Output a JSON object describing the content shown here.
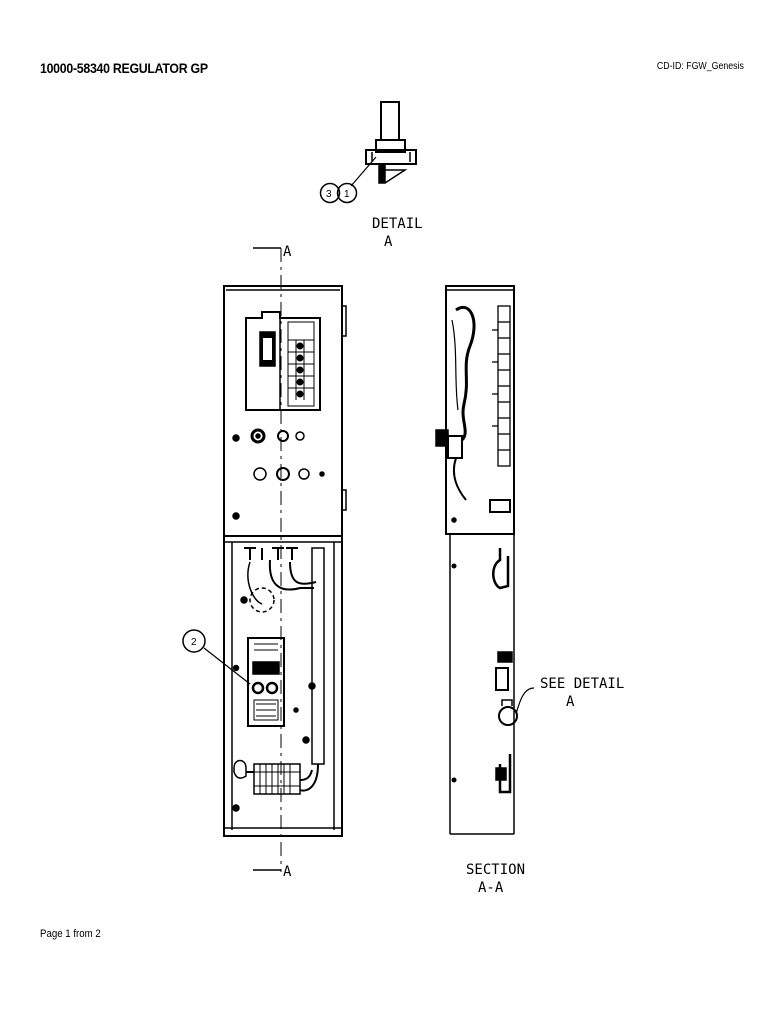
{
  "header": {
    "title": "10000-58340 REGULATOR GP",
    "cd_id": "CD-ID: FGW_Genesis"
  },
  "footer": {
    "page": "Page 1 from 2"
  },
  "diagram": {
    "detail_label_1": "DETAIL",
    "detail_label_2": "A",
    "section_marker": "A",
    "section_label_1": "SECTION",
    "section_label_2": "A-A",
    "see_detail_1": "SEE DETAIL",
    "see_detail_2": "A",
    "callouts": [
      "3",
      "1",
      "2"
    ]
  }
}
